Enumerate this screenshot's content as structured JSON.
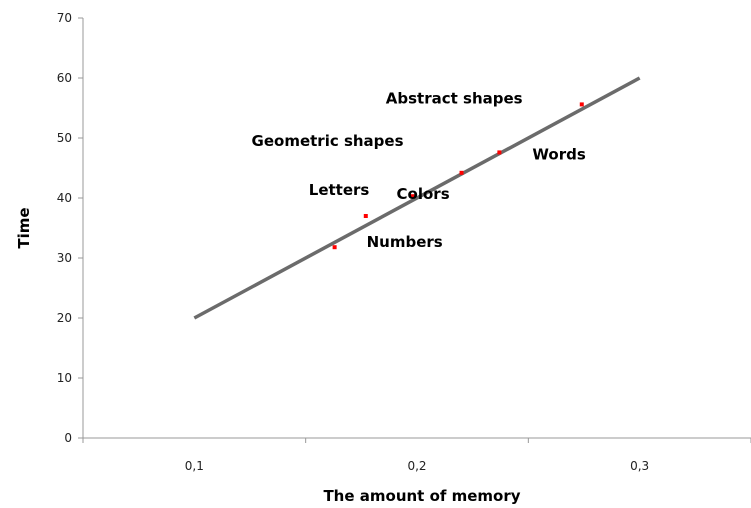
{
  "chart_data": {
    "type": "scatter",
    "xlabel": "The amount of memory",
    "ylabel": "Time",
    "xlim": [
      0.05,
      0.35
    ],
    "ylim": [
      0,
      70
    ],
    "x_ticks": [
      0.1,
      0.2,
      0.3
    ],
    "x_tick_labels": [
      "0,1",
      "0,2",
      "0,3"
    ],
    "y_ticks": [
      0,
      10,
      20,
      30,
      40,
      50,
      60,
      70
    ],
    "y_tick_labels": [
      "0",
      "10",
      "20",
      "30",
      "40",
      "50",
      "60",
      "70"
    ],
    "x_minor_ticks": [
      0.05,
      0.15,
      0.25,
      0.35
    ],
    "grid": false,
    "trendline": {
      "x": [
        0.1,
        0.3
      ],
      "y": [
        20,
        60
      ],
      "color": "#6b6b6b"
    },
    "point_color": "#ff0000",
    "points": [
      {
        "x": 0.163,
        "y": 31.8,
        "label": "Numbers"
      },
      {
        "x": 0.177,
        "y": 37.0,
        "label": "Letters"
      },
      {
        "x": 0.198,
        "y": 40.3,
        "label": "Colors"
      },
      {
        "x": 0.22,
        "y": 44.2,
        "label": "Geometric shapes"
      },
      {
        "x": 0.237,
        "y": 47.6,
        "label": "Words"
      },
      {
        "x": 0.274,
        "y": 55.6,
        "label": "Abstract shapes"
      }
    ]
  }
}
